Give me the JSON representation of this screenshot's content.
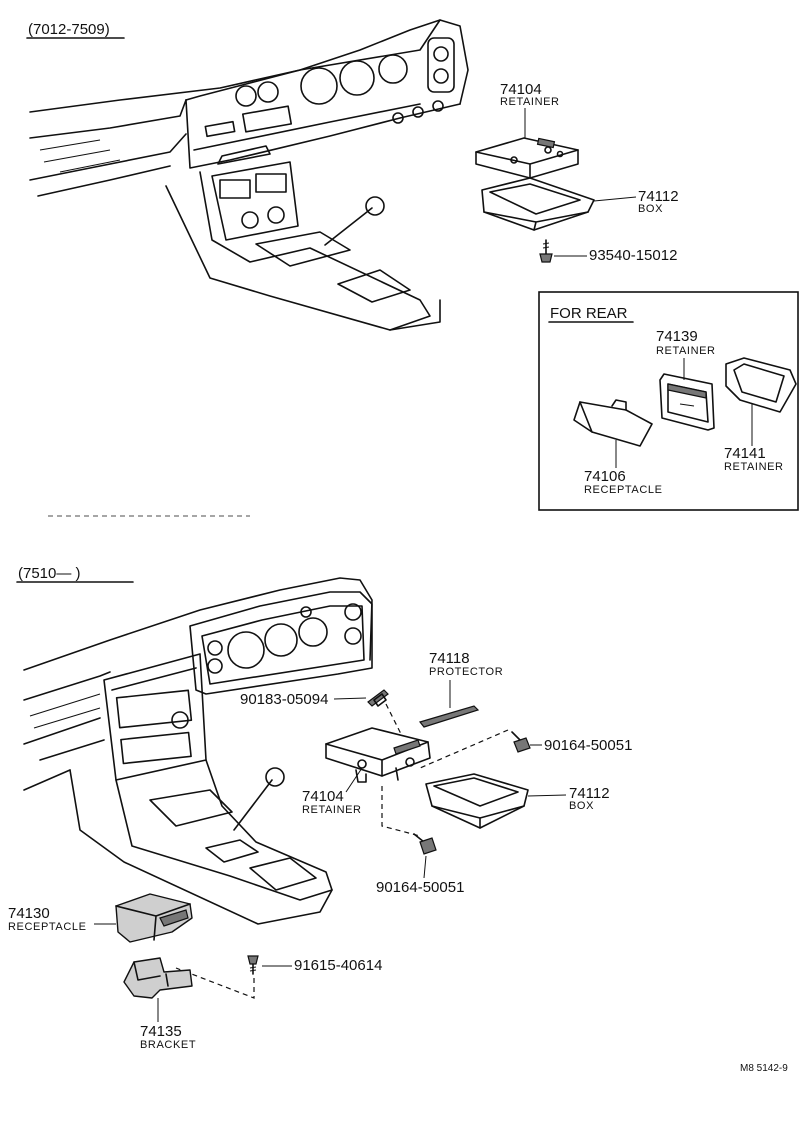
{
  "sections": [
    {
      "range_label": "(7012-7509)"
    },
    {
      "range_label": "(7510—        )"
    }
  ],
  "rear_box": {
    "title": "FOR REAR"
  },
  "parts_top": [
    {
      "number": "74104",
      "name": "RETAINER"
    },
    {
      "number": "74112",
      "name": "BOX"
    },
    {
      "number": "93540-15012",
      "name": ""
    }
  ],
  "parts_rear": [
    {
      "number": "74139",
      "name": "RETAINER"
    },
    {
      "number": "74141",
      "name": "RETAINER"
    },
    {
      "number": "74106",
      "name": "RECEPTACLE"
    }
  ],
  "parts_bottom": [
    {
      "number": "74118",
      "name": "PROTECTOR"
    },
    {
      "number": "90183-05094",
      "name": ""
    },
    {
      "number": "90164-50051",
      "name": ""
    },
    {
      "number": "74104",
      "name": "RETAINER"
    },
    {
      "number": "74112",
      "name": "BOX"
    },
    {
      "number": "90164-50051",
      "name": ""
    },
    {
      "number": "74130",
      "name": "RECEPTACLE"
    },
    {
      "number": "91615-40614",
      "name": ""
    },
    {
      "number": "74135",
      "name": "BRACKET"
    }
  ],
  "figure_code": "M8 5142-9",
  "icons": [
    "dashboard-illustration",
    "bolt-icon",
    "clip-icon"
  ]
}
